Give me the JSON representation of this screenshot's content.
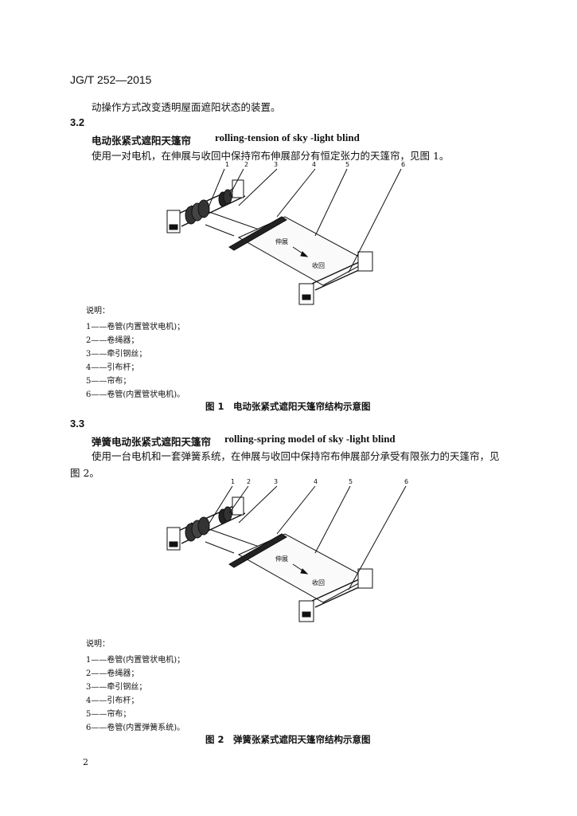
{
  "header": {
    "code": "JG/T 252—2015"
  },
  "intro_line": "动操作方式改变透明屋面遮阳状态的装置。",
  "section_3_2": {
    "number": "3.2",
    "term_zh": "电动张紧式遮阳天篷帘",
    "term_en": "rolling-tension of sky -light blind",
    "definition": "使用一对电机，在伸展与收回中保持帘布伸展部分有恒定张力的天篷帘，见图 1。"
  },
  "figure1": {
    "callouts": [
      "1",
      "2",
      "3",
      "4",
      "5",
      "6"
    ],
    "extend_label": "伸展",
    "retract_label": "收回",
    "legend_title": "说明：",
    "legend": [
      "1——卷管(内置管状电机)；",
      "2——卷绳器；",
      "3——牵引钢丝；",
      "4——引布杆；",
      "5——帘布；",
      "6——卷管(内置管状电机)。"
    ],
    "caption": "图 1　电动张紧式遮阳天篷帘结构示意图"
  },
  "section_3_3": {
    "number": "3.3",
    "term_zh": "弹簧电动张紧式遮阳天篷帘",
    "term_en": "rolling-spring model of sky -light blind",
    "definition_line1": "使用一台电机和一套弹簧系统，在伸展与收回中保持帘布伸展部分承受有限张力的天篷帘，见",
    "definition_line2": "图 2。"
  },
  "figure2": {
    "callouts": [
      "1",
      "2",
      "3",
      "4",
      "5",
      "6"
    ],
    "extend_label": "伸展",
    "retract_label": "收回",
    "legend_title": "说明：",
    "legend": [
      "1——卷管(内置管状电机)；",
      "2——卷绳器；",
      "3——牵引钢丝；",
      "4——引布杆；",
      "5——帘布；",
      "6——卷管(内置弹簧系统)。"
    ],
    "caption": "图 2　弹簧张紧式遮阳天篷帘结构示意图"
  },
  "page_number": "2"
}
